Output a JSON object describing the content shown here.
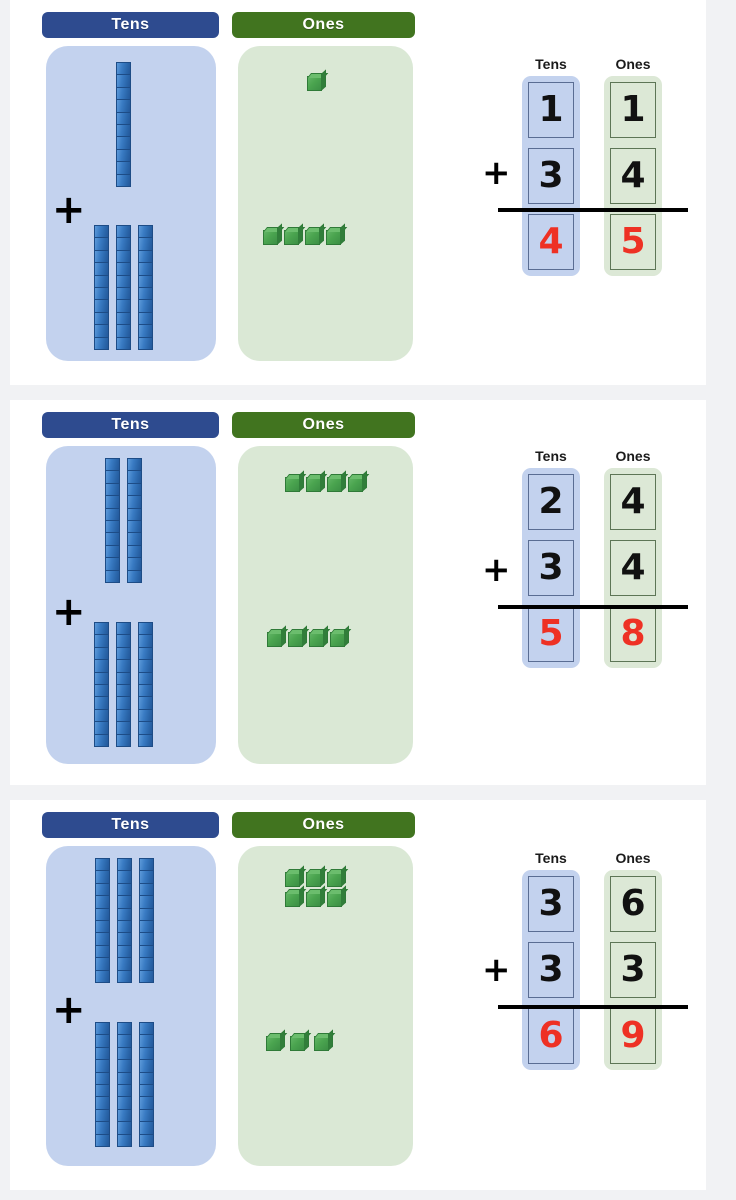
{
  "page": {
    "background": "#f1f2f4",
    "card_background": "#ffffff",
    "accent_tens": "#2e4b8f",
    "accent_ones": "#41741f",
    "bin_tens_fill": "#c3d2ee",
    "bin_ones_fill": "#dae8d5",
    "sum_color": "#ee3124",
    "addend_color": "#111111",
    "plus_symbol": "+"
  },
  "problems": [
    {
      "headers": {
        "tens": "Tens",
        "ones": "Ones"
      },
      "manipulatives": {
        "addend1": {
          "tens_rods": 1,
          "ones_cubes": 1
        },
        "addend2": {
          "tens_rods": 3,
          "ones_cubes": 4
        },
        "plus": "+"
      },
      "chart": {
        "headers": {
          "tens": "Tens",
          "ones": "Ones"
        },
        "plus": "+",
        "rows": [
          {
            "role": "addend1",
            "tens": "1",
            "ones": "1"
          },
          {
            "role": "addend2",
            "tens": "3",
            "ones": "4"
          },
          {
            "role": "sum",
            "tens": "4",
            "ones": "5"
          }
        ]
      },
      "equation": {
        "addend1": 11,
        "addend2": 34,
        "sum": 45
      }
    },
    {
      "headers": {
        "tens": "Tens",
        "ones": "Ones"
      },
      "manipulatives": {
        "addend1": {
          "tens_rods": 2,
          "ones_cubes": 4
        },
        "addend2": {
          "tens_rods": 3,
          "ones_cubes": 4
        },
        "plus": "+"
      },
      "chart": {
        "headers": {
          "tens": "Tens",
          "ones": "Ones"
        },
        "plus": "+",
        "rows": [
          {
            "role": "addend1",
            "tens": "2",
            "ones": "4"
          },
          {
            "role": "addend2",
            "tens": "3",
            "ones": "4"
          },
          {
            "role": "sum",
            "tens": "5",
            "ones": "8"
          }
        ]
      },
      "equation": {
        "addend1": 24,
        "addend2": 34,
        "sum": 58
      }
    },
    {
      "headers": {
        "tens": "Tens",
        "ones": "Ones"
      },
      "manipulatives": {
        "addend1": {
          "tens_rods": 3,
          "ones_cubes": 6
        },
        "addend2": {
          "tens_rods": 3,
          "ones_cubes": 3
        },
        "plus": "+"
      },
      "chart": {
        "headers": {
          "tens": "Tens",
          "ones": "Ones"
        },
        "plus": "+",
        "rows": [
          {
            "role": "addend1",
            "tens": "3",
            "ones": "6"
          },
          {
            "role": "addend2",
            "tens": "3",
            "ones": "3"
          },
          {
            "role": "sum",
            "tens": "6",
            "ones": "9"
          }
        ]
      },
      "equation": {
        "addend1": 36,
        "addend2": 33,
        "sum": 69
      }
    }
  ]
}
